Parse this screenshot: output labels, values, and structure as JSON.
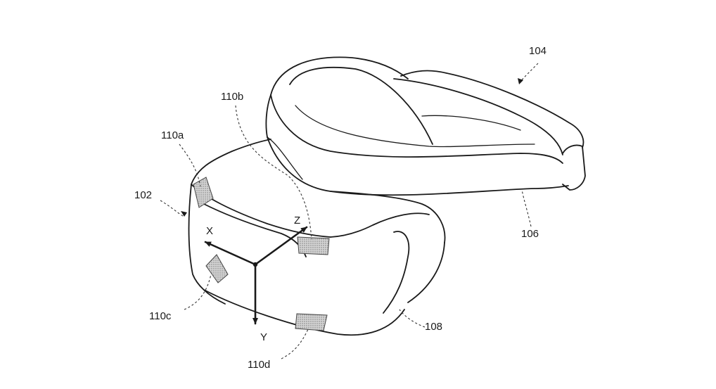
{
  "figure": {
    "labels": {
      "headset": "102",
      "mounting_band": "104",
      "band_top": "106",
      "housing": "108",
      "marker_a": "110a",
      "marker_b": "110b",
      "marker_c": "110c",
      "marker_d": "110d"
    },
    "axes": {
      "x": "X",
      "y": "Y",
      "z": "Z"
    }
  }
}
